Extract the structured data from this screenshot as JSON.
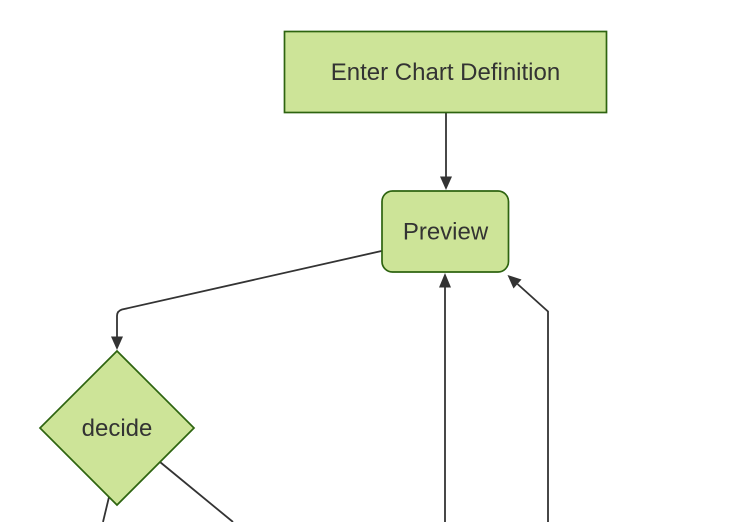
{
  "theme": {
    "background": "#ffffff",
    "node_fill": "#cde498",
    "node_border": "#2e6410",
    "edge_color": "#333333",
    "text_color": "#333333"
  },
  "diagram": {
    "type": "flowchart",
    "orientation": "top-down",
    "nodes": [
      {
        "id": "enter-chart-definition",
        "label": "Enter Chart Definition",
        "shape": "rectangle"
      },
      {
        "id": "preview",
        "label": "Preview",
        "shape": "rounded-rectangle"
      },
      {
        "id": "decide",
        "label": "decide",
        "shape": "diamond"
      }
    ],
    "edges": [
      {
        "from": "Enter Chart Definition",
        "to": "Preview",
        "arrow": "down"
      },
      {
        "from": "Preview",
        "to": "decide",
        "arrow": "down"
      },
      {
        "from": "decide",
        "to": "(offscreen below, left)",
        "arrow": "offscreen"
      },
      {
        "from": "decide",
        "to": "(offscreen below, right)",
        "arrow": "offscreen"
      },
      {
        "from": "(offscreen below)",
        "to": "Preview",
        "arrow": "up"
      },
      {
        "from": "(offscreen below)",
        "to": "Preview",
        "arrow": "up-left"
      }
    ]
  }
}
